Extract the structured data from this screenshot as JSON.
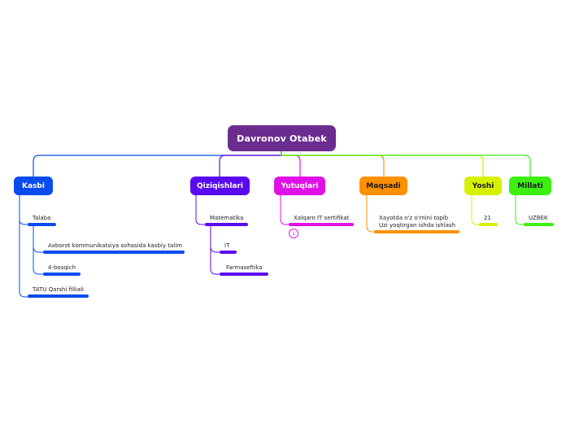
{
  "root": {
    "label": "Davronov Otabek"
  },
  "branches": [
    {
      "label": "Kasbi",
      "color": "#0a4cf0",
      "children": [
        "Talaba",
        "Axborot kommunikatsiya sohasida kasbiy talim",
        "4-bosqich",
        "TATU Qarshi filliali"
      ]
    },
    {
      "label": "Qiziqishlari",
      "color": "#5a0af0",
      "children": [
        "Matematika",
        "IT",
        "Farmaseftika"
      ]
    },
    {
      "label": "Yutuqlari",
      "color": "#e010e8",
      "children": [
        "Xalqaro IT sertifikat"
      ],
      "badge": "1"
    },
    {
      "label": "Maqsadi",
      "color": "#ff9000",
      "children": [
        "Xayotda o'z o'rnini topib",
        "Uzi yoqtirgan ishda ishlash"
      ]
    },
    {
      "label": "Yoshi",
      "color": "#d6f000",
      "children": [
        "21"
      ]
    },
    {
      "label": "Millati",
      "color": "#3cf010",
      "children": [
        "UZBEK"
      ]
    }
  ]
}
